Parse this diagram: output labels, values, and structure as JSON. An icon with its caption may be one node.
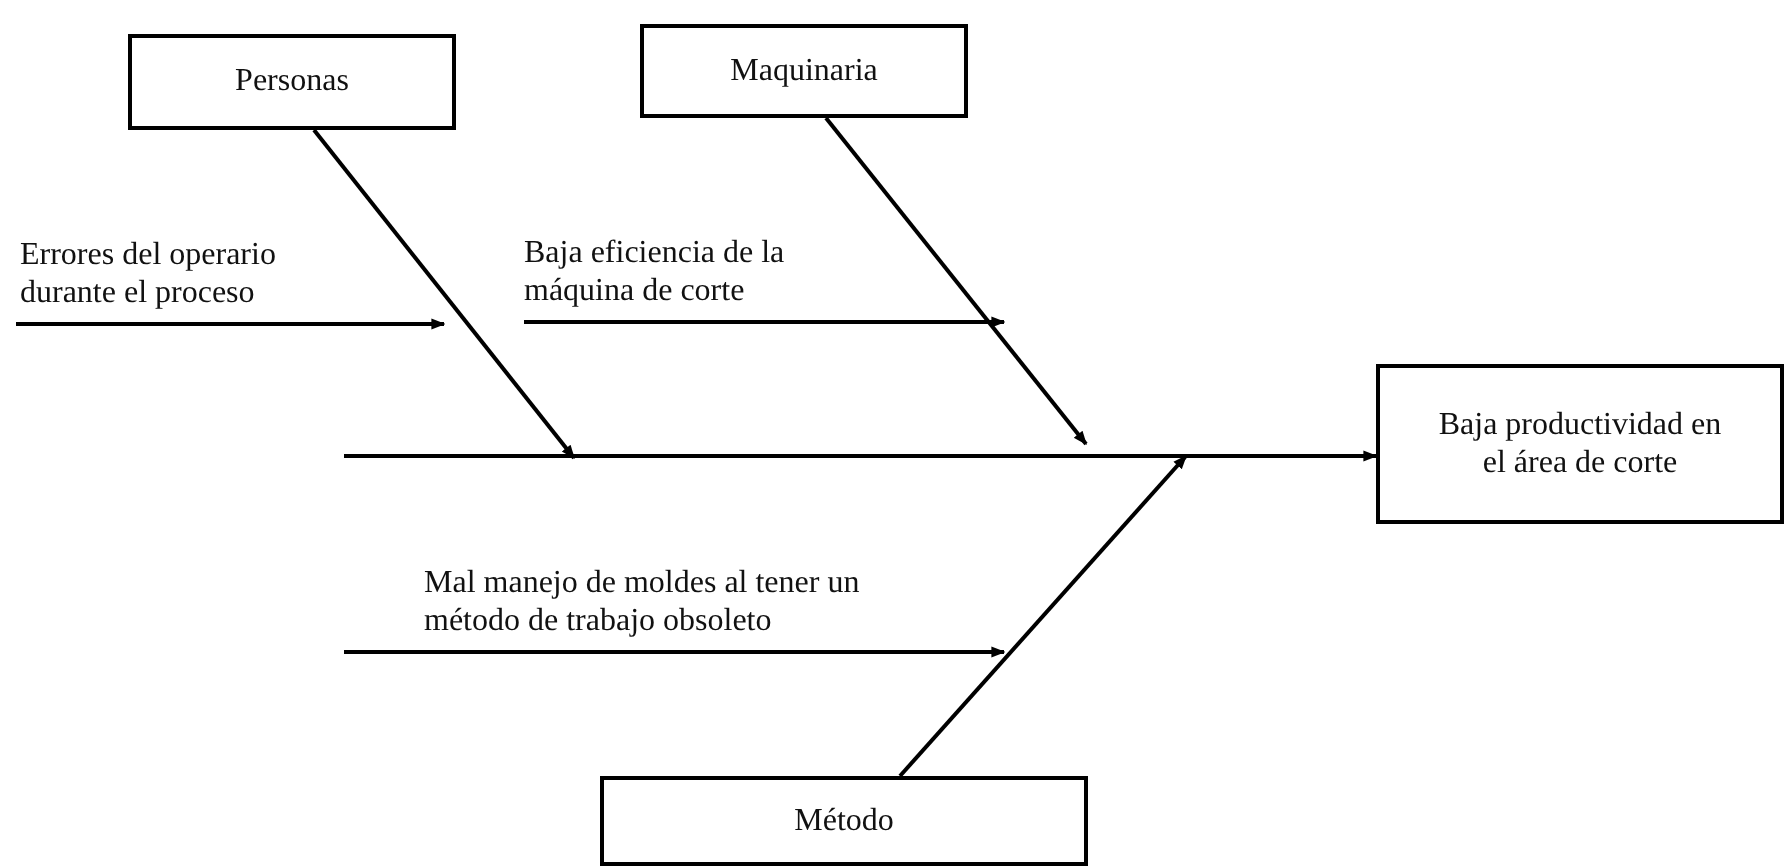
{
  "diagram": {
    "nodes": [
      {
        "text": [
          "Personas"
        ]
      },
      {
        "text": [
          "Maquinaria"
        ]
      },
      {
        "text": [
          "Errores del operario durante el proceso"
        ]
      },
      {
        "text": [
          "Baja eficiencia de la máquina de corte"
        ]
      },
      {
        "text": [
          "Baja productividad en el área de corte"
        ]
      },
      {
        "text": [
          "Mal manejo de moldes al tener un método de trabajo obsoleto"
        ]
      },
      {
        "text": [
          "Método"
        ]
      }
    ],
    "edges": [
      {
        "from": 0,
        "to": null,
        "arrow": "to"
      },
      {
        "from": 1,
        "to": null,
        "arrow": "to"
      },
      {
        "from": 6,
        "to": null,
        "arrow": "to"
      },
      {
        "from": null,
        "to": 4,
        "arrow": "to"
      },
      {
        "from": 2,
        "to": null,
        "arrow": "to"
      },
      {
        "from": 3,
        "to": null,
        "arrow": "to"
      },
      {
        "from": 5,
        "to": null,
        "arrow": "to"
      }
    ]
  }
}
